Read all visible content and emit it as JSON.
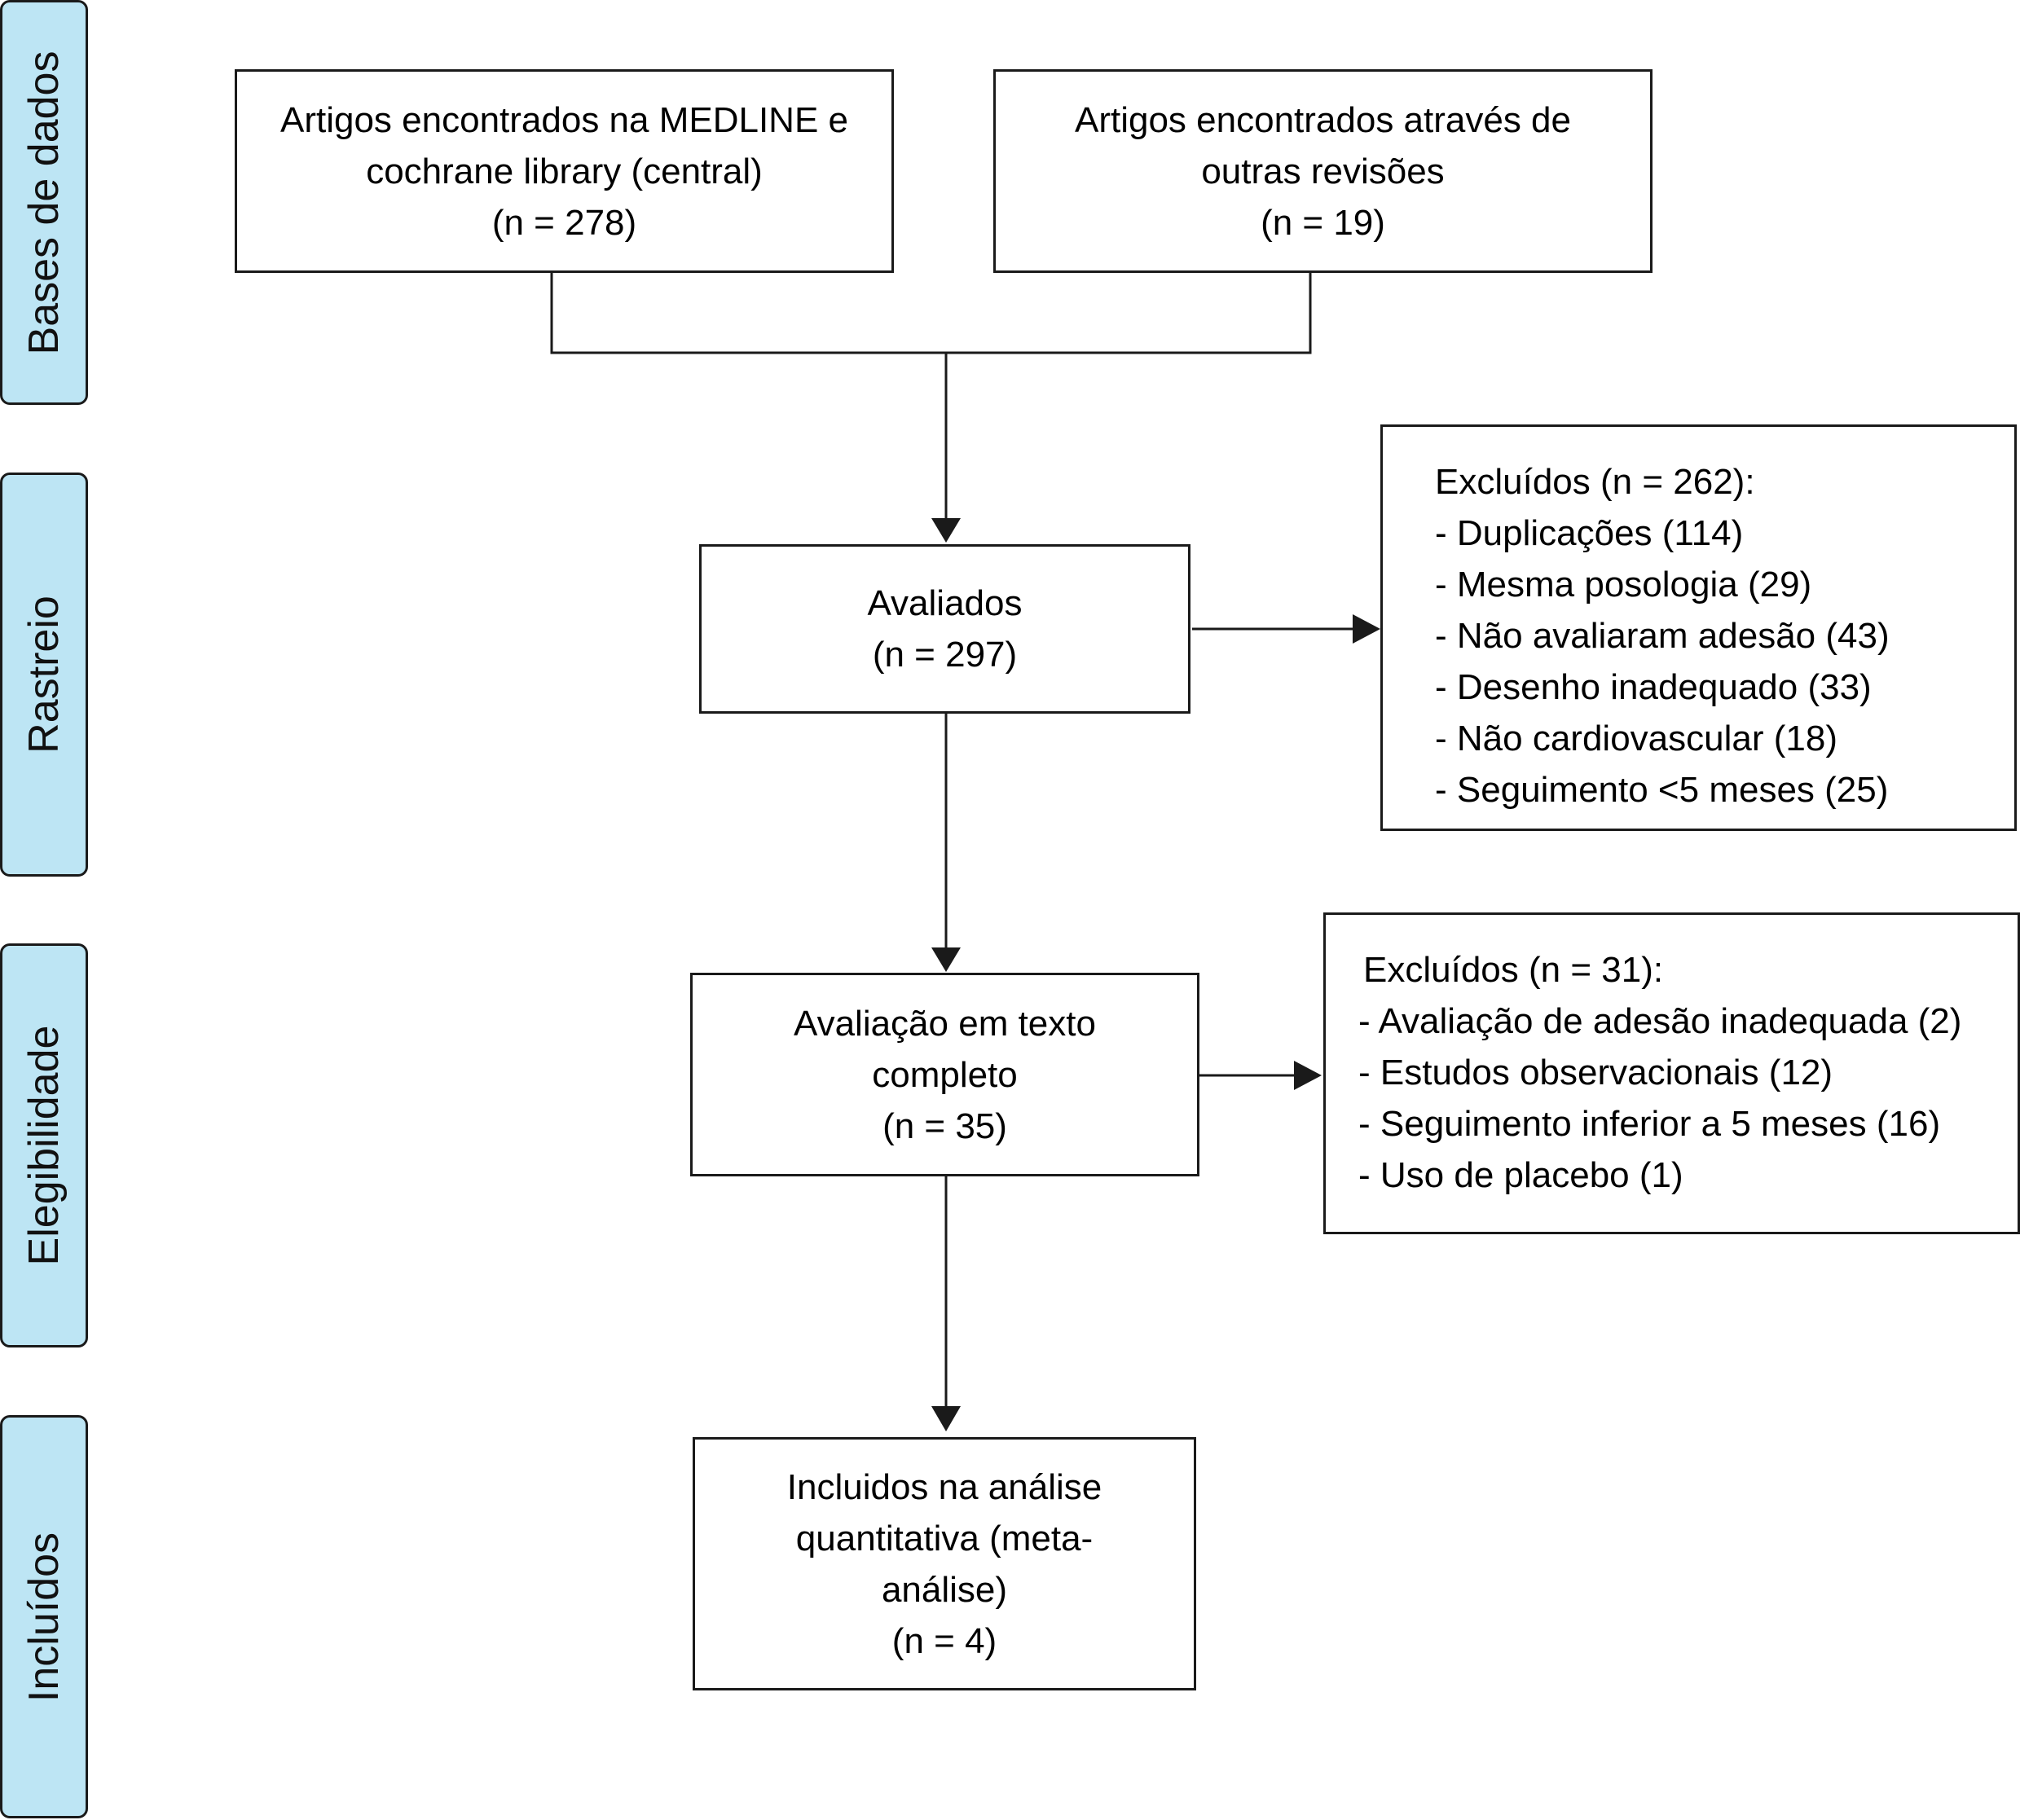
{
  "stages": {
    "databases": "Bases de dados",
    "screening": "Rastreio",
    "eligibility": "Elegibilidade",
    "included": "Incluídos"
  },
  "boxes": {
    "medline": {
      "line1": "Artigos encontrados na MEDLINE e",
      "line2": "cochrane library (central)",
      "count": "(n = 278)"
    },
    "other_reviews": {
      "line1": "Artigos encontrados através de",
      "line2": "outras revisões",
      "count": "(n = 19)"
    },
    "evaluated": {
      "line1": "Avaliados",
      "count": "(n = 297)"
    },
    "full_text": {
      "line1": "Avaliação em texto",
      "line2": "completo",
      "count": "(n = 35)"
    },
    "included": {
      "line1": "Incluidos na análise",
      "line2": "quantitativa (meta-",
      "line3": "análise)",
      "count": "(n = 4)"
    }
  },
  "excluded_screening": {
    "title": "Excluídos (n = 262):",
    "items": [
      "- Duplicações (114)",
      "- Mesma posologia (29)",
      "- Não avaliaram adesão (43)",
      "- Desenho inadequado (33)",
      "- Não cardiovascular (18)",
      "- Seguimento <5 meses (25)"
    ]
  },
  "excluded_eligibility": {
    "title": "Excluídos (n = 31):",
    "items": [
      "- Avaliação de adesão inadequada (2)",
      "- Estudos observacionais (12)",
      "- Seguimento inferior a 5 meses (16)",
      "- Uso de placebo (1)"
    ]
  },
  "colors": {
    "stage_fill": "#bde5f4",
    "stroke": "#1a1a1a"
  }
}
